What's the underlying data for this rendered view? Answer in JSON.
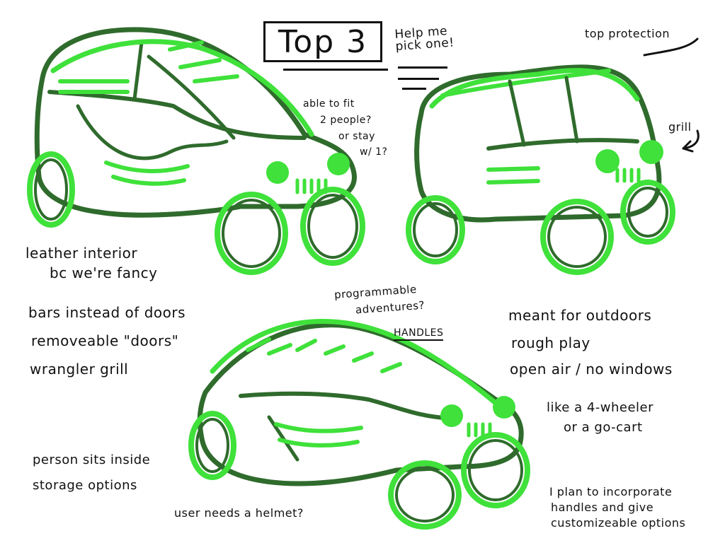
{
  "title": "Top 3",
  "header_note": "Help me pick one!",
  "car1": {
    "fit_question": [
      "able to fit",
      "2 people?",
      "or stay",
      "w/ 1?"
    ],
    "leather": [
      "leather interior",
      "bc we're fancy"
    ],
    "features": [
      "bars instead of doors",
      "removeable \"doors\"",
      "wrangler grill"
    ]
  },
  "car2": {
    "top_protection": "top protection",
    "grill": "grill"
  },
  "car3": {
    "programmable": [
      "programmable",
      "adventures?"
    ],
    "handles": "HANDLES",
    "outdoors": [
      "meant for outdoors",
      "rough play",
      "open air / no windows"
    ],
    "wheeler": [
      "like a 4-wheeler",
      "or a go-cart"
    ],
    "inside": [
      "person sits inside",
      "storage options"
    ],
    "helmet": "user needs a helmet?",
    "plan": [
      "I plan to incorporate",
      "handles and give",
      "customizeable options"
    ]
  },
  "colors": {
    "outline": "#2f6b2c",
    "accent": "#3fe13a",
    "ink": "#111111"
  }
}
